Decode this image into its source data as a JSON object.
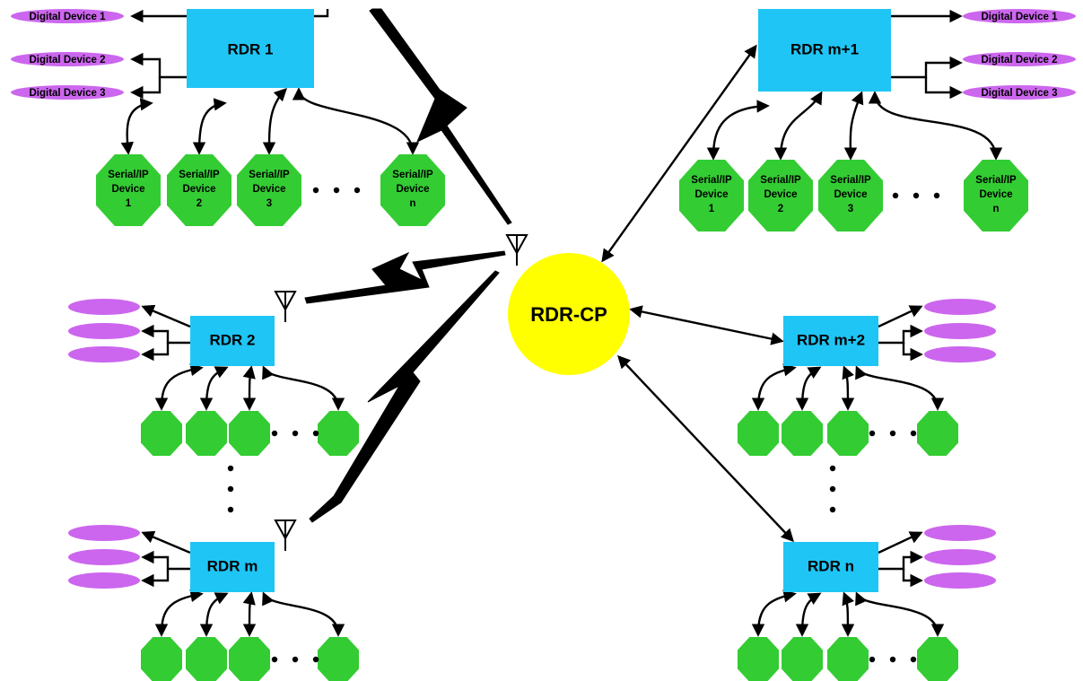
{
  "hub": {
    "label": "RDR-CP"
  },
  "colors": {
    "rdr_box": "#1FC5F5",
    "digital_device": "#CC66EE",
    "serial_device": "#33CC33",
    "hub": "#FFFF00",
    "line": "#000000"
  },
  "digital_device_labels": [
    "Digital Device 1",
    "Digital Device 2",
    "Digital Device 3"
  ],
  "serial_device_labels": [
    [
      "Serial/IP",
      "Device",
      "1"
    ],
    [
      "Serial/IP",
      "Device",
      "2"
    ],
    [
      "Serial/IP",
      "Device",
      "3"
    ],
    [
      "Serial/IP",
      "Device",
      "n"
    ]
  ],
  "ellipsis_symbol": "• • •",
  "rdr_units": [
    {
      "id": "rdr-1",
      "label": "RDR 1",
      "link": "wireless",
      "detail": "full"
    },
    {
      "id": "rdr-m-plus-1",
      "label": "RDR m+1",
      "link": "wired",
      "detail": "full"
    },
    {
      "id": "rdr-2",
      "label": "RDR 2",
      "link": "wireless",
      "detail": "compact"
    },
    {
      "id": "rdr-m-plus-2",
      "label": "RDR m+2",
      "link": "wired",
      "detail": "compact"
    },
    {
      "id": "rdr-m",
      "label": "RDR m",
      "link": "wireless",
      "detail": "compact"
    },
    {
      "id": "rdr-n",
      "label": "RDR n",
      "link": "wired",
      "detail": "compact"
    }
  ],
  "icons": [
    "antenna-icon",
    "lightning-bolt-icon",
    "double-arrow-icon"
  ]
}
